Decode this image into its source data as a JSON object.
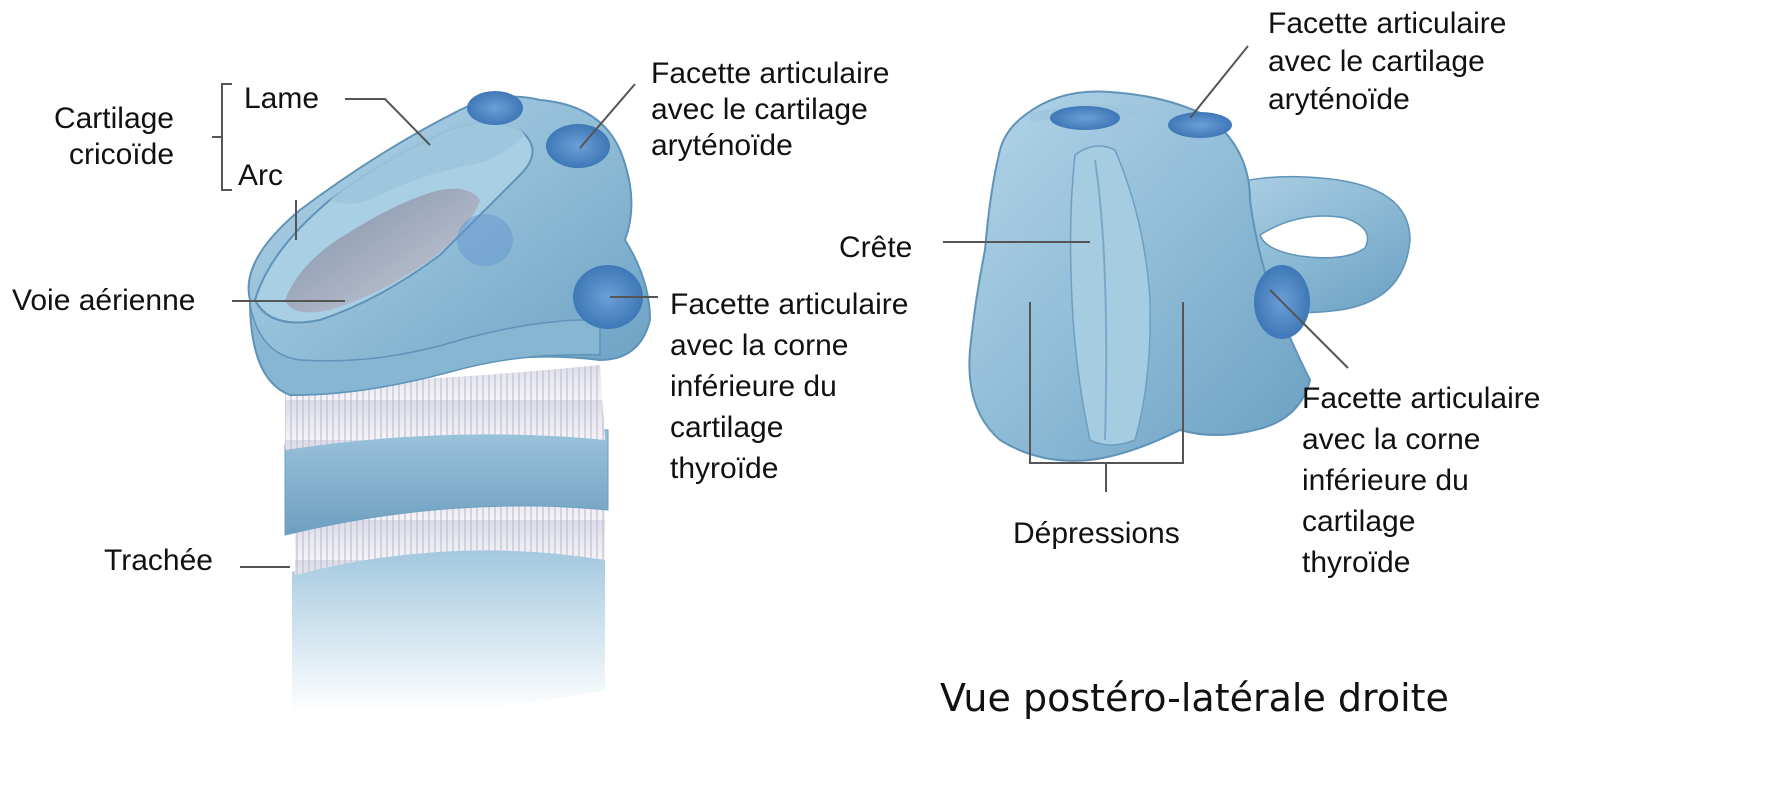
{
  "left_view": {
    "cricoid_group_label": [
      "Cartilage",
      "cricoïde"
    ],
    "lame": "Lame",
    "arc": "Arc",
    "voie_aerienne": "Voie aérienne",
    "trachee": "Trachée",
    "facette_arytenoide": [
      "Facette articulaire",
      "avec le cartilage",
      "aryténoïde"
    ],
    "facette_thyroide": [
      "Facette articulaire",
      "avec la corne",
      "inférieure du",
      "cartilage",
      "thyroïde"
    ]
  },
  "right_view": {
    "facette_arytenoide": [
      "Facette articulaire",
      "avec le cartilage",
      "aryténoïde"
    ],
    "crete": "Crête",
    "depressions": "Dépressions",
    "facette_thyroide": [
      "Facette articulaire",
      "avec la corne",
      "inférieure du",
      "cartilage",
      "thyroïde"
    ],
    "caption": "Vue postéro-latérale droite"
  },
  "colors": {
    "cartilage": "#8fbcd6",
    "cartilage_dark": "#5f93b8",
    "facet": "#4f87c4",
    "membrane": "#e6e6ee",
    "leader_line": "#555555"
  }
}
